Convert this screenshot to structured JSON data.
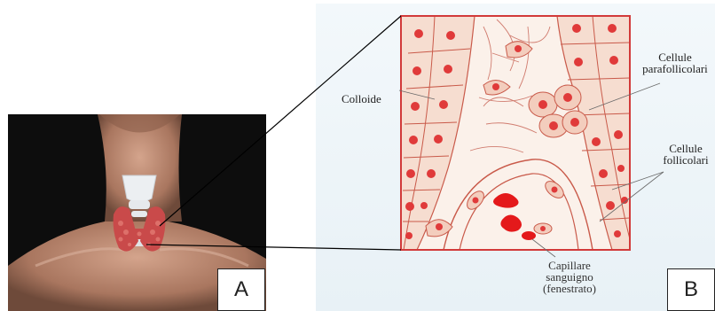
{
  "panels": {
    "a_letter": "A",
    "b_letter": "B"
  },
  "labels": {
    "colloid": "Colloide",
    "parafollicular_line1": "Cellule",
    "parafollicular_line2": "parafollicolari",
    "follicular_line1": "Cellule",
    "follicular_line2": "follicolari",
    "capillary_line1": "Capillare",
    "capillary_line2": "sanguigno",
    "capillary_line3": "(fenestrato)"
  },
  "colors": {
    "frame": "#d23a3a",
    "tissue_bg": "#fbf1ea",
    "cell_nucleus": "#e03a3a",
    "blood_cell": "#e4191b",
    "outside_bg": "#eef5f8",
    "photo_bg": "#0d0d0d",
    "skin": "#b98a74",
    "thyroid": "#c94a4a"
  }
}
